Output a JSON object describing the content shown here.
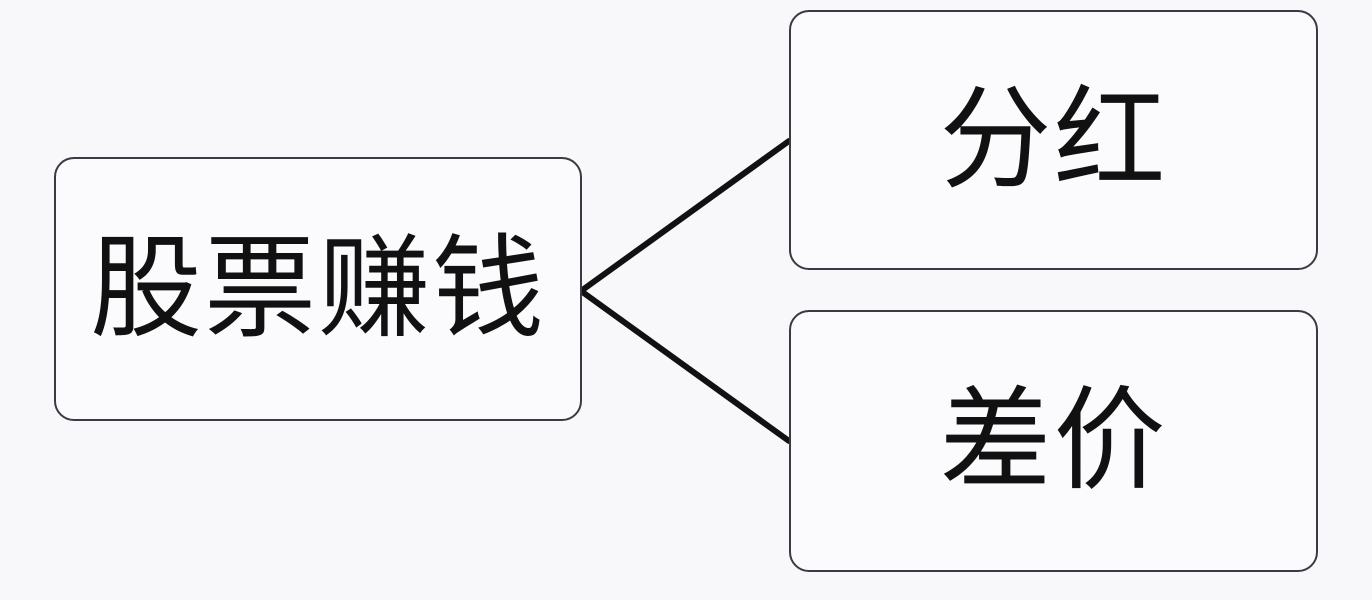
{
  "diagram": {
    "root": {
      "label": "股票赚钱"
    },
    "branches": [
      {
        "label": "分红"
      },
      {
        "label": "差价"
      }
    ]
  }
}
